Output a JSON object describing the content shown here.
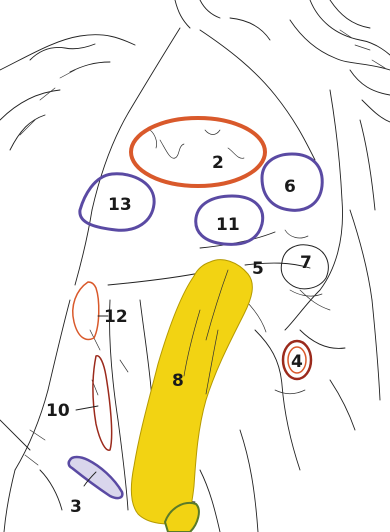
{
  "labels": {
    "l2": "2",
    "l3": "3",
    "l4": "4",
    "l5": "5",
    "l6": "6",
    "l7": "7",
    "l8": "8",
    "l10": "10",
    "l11": "11",
    "l12": "12",
    "l13": "13"
  },
  "colors": {
    "orange": "#d9592b",
    "purple": "#5a4aa3",
    "yellow": "#f2d313",
    "dark_red": "#9b2a1c",
    "line": "#222222"
  }
}
